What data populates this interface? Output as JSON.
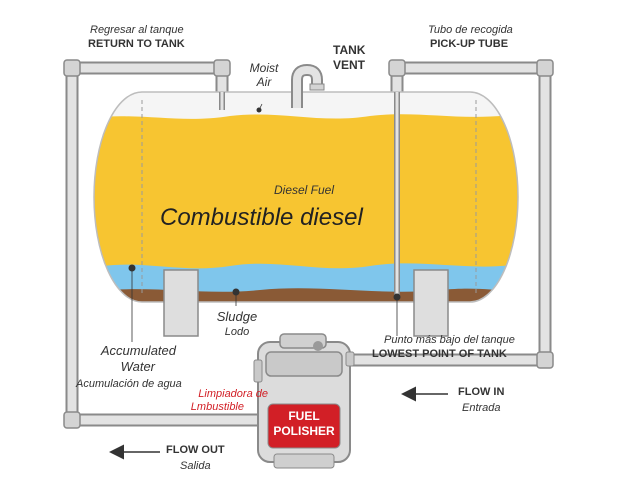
{
  "labels": {
    "return_es": "Regresar al tanque",
    "return_en": "RETURN TO TANK",
    "moist_l1": "Moist",
    "moist_l2": "Air",
    "vent_l1": "TANK",
    "vent_l2": "VENT",
    "pickup_es": "Tubo de recogida",
    "pickup_en": "PICK-UP TUBE",
    "diesel_en": "Diesel Fuel",
    "diesel_es": "Combustible diesel",
    "sludge_en": "Sludge",
    "sludge_es": "Lodo",
    "water_en_l1": "Accumulated",
    "water_en_l2": "Water",
    "water_es": "Acumulación de agua",
    "polisher_es_l1": "Limpiadora de",
    "polisher_es_l2": "Lmbustible",
    "polisher_l1": "FUEL",
    "polisher_l2": "POLISHER",
    "lowest_es": "Punto más bajo del tanque",
    "lowest_en": "LOWEST POINT OF TANK",
    "flow_in_en": "FLOW IN",
    "flow_in_es": "Entrada",
    "flow_out_en": "FLOW OUT",
    "flow_out_es": "Salida"
  },
  "colors": {
    "fuel": "#f7c531",
    "water": "#7fc6ec",
    "sludge": "#8a5a36",
    "pipe": "#d9d9d9",
    "pipe_edge": "#8a8a8a",
    "polisher_red": "#d21f26",
    "spanish_red": "#d21f26",
    "text": "#333333"
  }
}
